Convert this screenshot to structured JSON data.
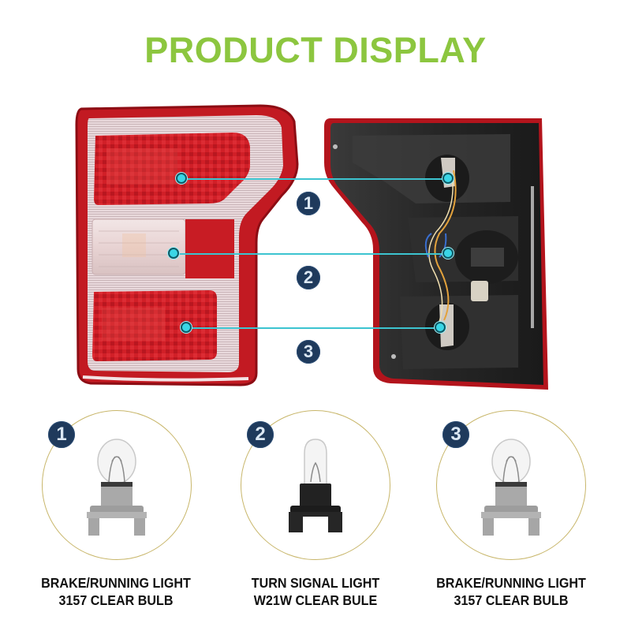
{
  "header": {
    "title": "PRODUCT DISPLAY"
  },
  "colors": {
    "title_green": "#8cc63f",
    "badge_navy": "#1f3a5c",
    "callout_cyan": "#3cc4d0",
    "lens_red": "#d4232b",
    "housing_black": "#2a2a2a",
    "circle_border": "#c8b66a"
  },
  "product_views": {
    "front": {
      "name": "tail-light-front-view"
    },
    "back": {
      "name": "tail-light-back-view"
    }
  },
  "callouts": [
    {
      "number": "1"
    },
    {
      "number": "2"
    },
    {
      "number": "3"
    }
  ],
  "bulbs": [
    {
      "number": "1",
      "line1": "BRAKE/RUNNING LIGHT",
      "line2": "3157 CLEAR BULB",
      "socket_color": "grey"
    },
    {
      "number": "2",
      "line1": "TURN SIGNAL LIGHT",
      "line2": "W21W CLEAR BULE",
      "socket_color": "black"
    },
    {
      "number": "3",
      "line1": "BRAKE/RUNNING LIGHT",
      "line2": "3157 CLEAR BULB",
      "socket_color": "grey"
    }
  ]
}
